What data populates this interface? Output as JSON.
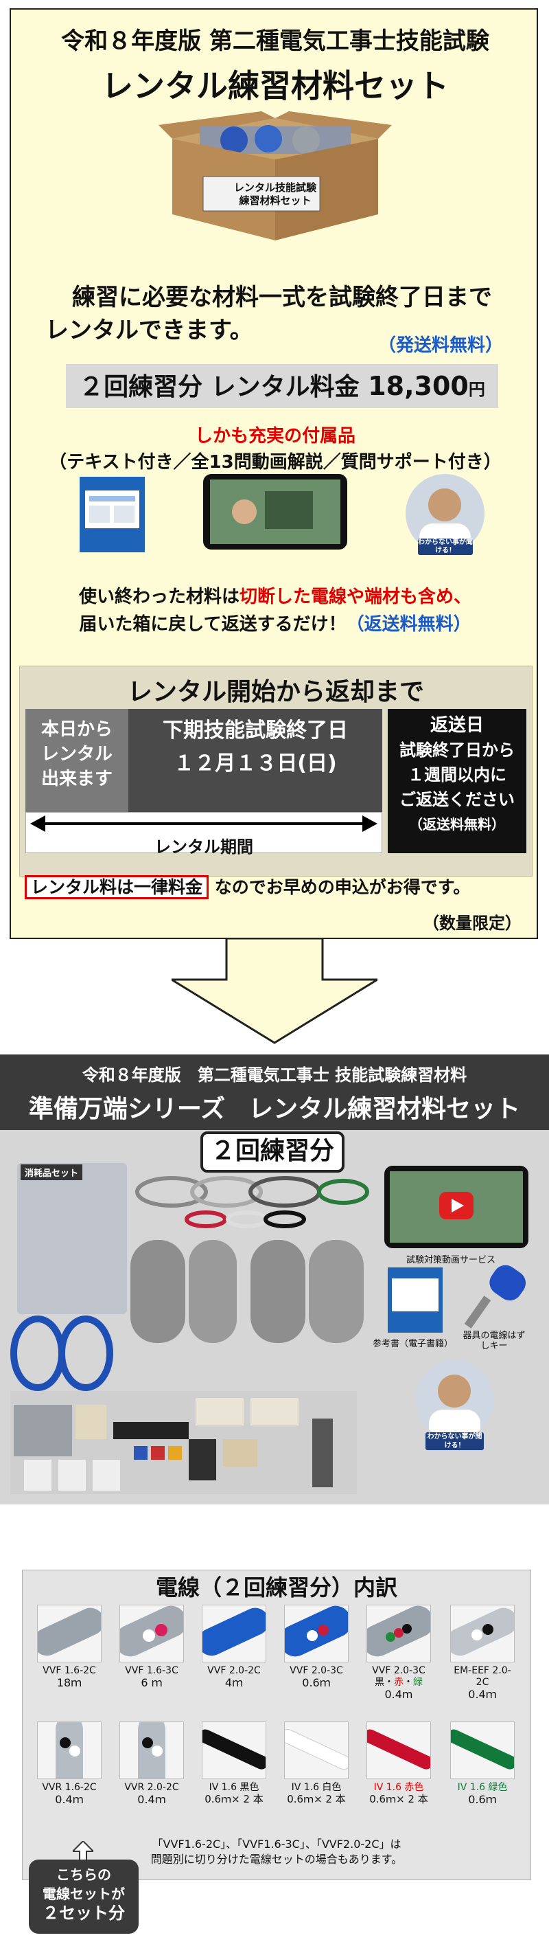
{
  "flyer": {
    "edition": "令和８年度版 第二種電気工事士技能試験",
    "title": "レンタル練習材料セット",
    "box_label_1": "レンタル技能試験",
    "box_label_2": "練習材料セット",
    "intro_1": "練習に必要な材料一式を試験終了日まで",
    "intro_2": "レンタルできます。",
    "shipping_free": "（発送料無料）",
    "price_label": "２回練習分 レンタル料金",
    "price_value": "18,300",
    "price_unit": "円",
    "bonus_title": "しかも充実の付属品",
    "bonus_list": "（テキスト付き／全13問動画解説／質問サポート付き）",
    "help_label": "わからない事が聞ける！",
    "return_1_pre": "使い終わった材料は",
    "return_1_red": "切断した電線や端材も含め、",
    "return_2": "届いた箱に戻して返送するだけ！",
    "return_free": "（返送料無料）"
  },
  "rental": {
    "title": "レンタル開始から返却まで",
    "start_1": "本日から",
    "start_2": "レンタル",
    "start_3": "出来ます",
    "end_label": "下期技能試験終了日",
    "end_date": "１２月１３日(日)",
    "period": "レンタル期間",
    "return_title": "返送日",
    "return_1": "試験終了日から",
    "return_2": "１週間以内に",
    "return_3": "ご返送ください",
    "return_free": "（返送料無料）",
    "flat_fee": "レンタル料は一律料金",
    "flat_fee_suffix": "なのでお早めの申込がお得です。",
    "limited": "（数量限定）"
  },
  "mid": {
    "edition": "令和８年度版　第二種電気工事士 技能試験練習材料",
    "series": "準備万端シリーズ",
    "title": "レンタル練習材料セット",
    "badge": "２回練習分",
    "consumables": "消耗品セット",
    "video": "試験対策動画サービス",
    "textbook": "参考書（電子書籍）",
    "key": "器具の電線はずしキー",
    "help": "わからない事が聞ける！"
  },
  "wires": {
    "title": "電線（２回練習分）内訳",
    "items": [
      {
        "name": "VVF 1.6-2C",
        "qty": "18ｍ"
      },
      {
        "name": "VVF 1.6-3C",
        "qty": "6 ｍ"
      },
      {
        "name": "VVF 2.0-2C",
        "qty": "4ｍ"
      },
      {
        "name": "VVF 2.0-3C",
        "qty": "0.6ｍ"
      },
      {
        "name": "VVF 2.0-3C",
        "qty": "0.4m",
        "colors_black": "黒・",
        "colors_red": "赤",
        "colors_sep": "・",
        "colors_green": "緑"
      },
      {
        "name": "EM-EEF 2.0-2C",
        "qty": "0.4ｍ"
      },
      {
        "name": "VVR 1.6-2C",
        "qty": "0.4ｍ"
      },
      {
        "name": "VVR 2.0-2C",
        "qty": "0.4ｍ"
      },
      {
        "name": "IV 1.6 黒色",
        "qty": "0.6ｍ× 2 本"
      },
      {
        "name": "IV 1.6 白色",
        "qty": "0.6ｍ× 2 本"
      },
      {
        "name": "IV 1.6 赤色",
        "qty": "0.6ｍ× 2 本"
      },
      {
        "name": "IV 1.6 緑色",
        "qty": "0.6ｍ"
      }
    ],
    "note_1": "「VVF1.6-2C」、「VVF1.6-3C」、「VVF2.0-2C」は",
    "note_2": "問題別に切り分けた電線セットの場合もあります。",
    "badge_1": "こちらの",
    "badge_2": "電線セットが",
    "badge_3": "２セット分"
  },
  "colors": {
    "flyer_bg": "#fdfcd6",
    "accent_blue": "#1a5bc9",
    "accent_red": "#e00000",
    "dark_band": "#3a3a3a"
  }
}
